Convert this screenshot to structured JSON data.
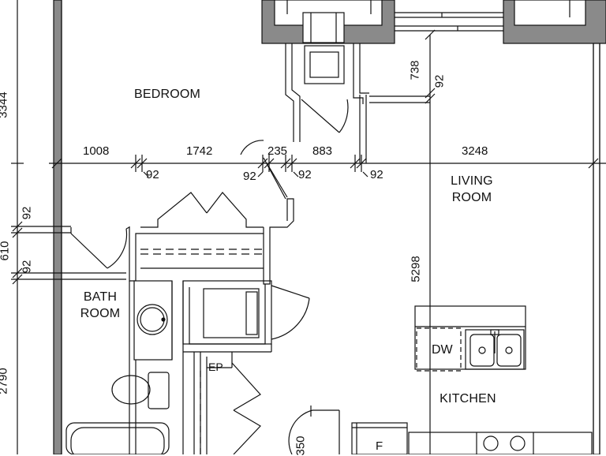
{
  "rooms": {
    "bedroom": "BEDROOM",
    "living_line1": "LIVING",
    "living_line2": "ROOM",
    "bath_line1": "BATH",
    "bath_line2": "ROOM",
    "kitchen": "KITCHEN"
  },
  "fixtures": {
    "dishwasher": "DW",
    "electrical_panel": "EP",
    "fridge": "F"
  },
  "dimensions": {
    "d1008": "1008",
    "d1742": "1742",
    "d235": "235",
    "d883": "883",
    "d3248": "3248",
    "d92_a": "92",
    "d92_b": "92",
    "d92_c": "92",
    "d92_d": "92",
    "d92_e": "92",
    "d738": "738",
    "d5298": "5298",
    "d3344": "3344",
    "d610": "610",
    "d92_left_a": "92",
    "d92_left_b": "92",
    "d2790": "2790",
    "d350": "350"
  }
}
